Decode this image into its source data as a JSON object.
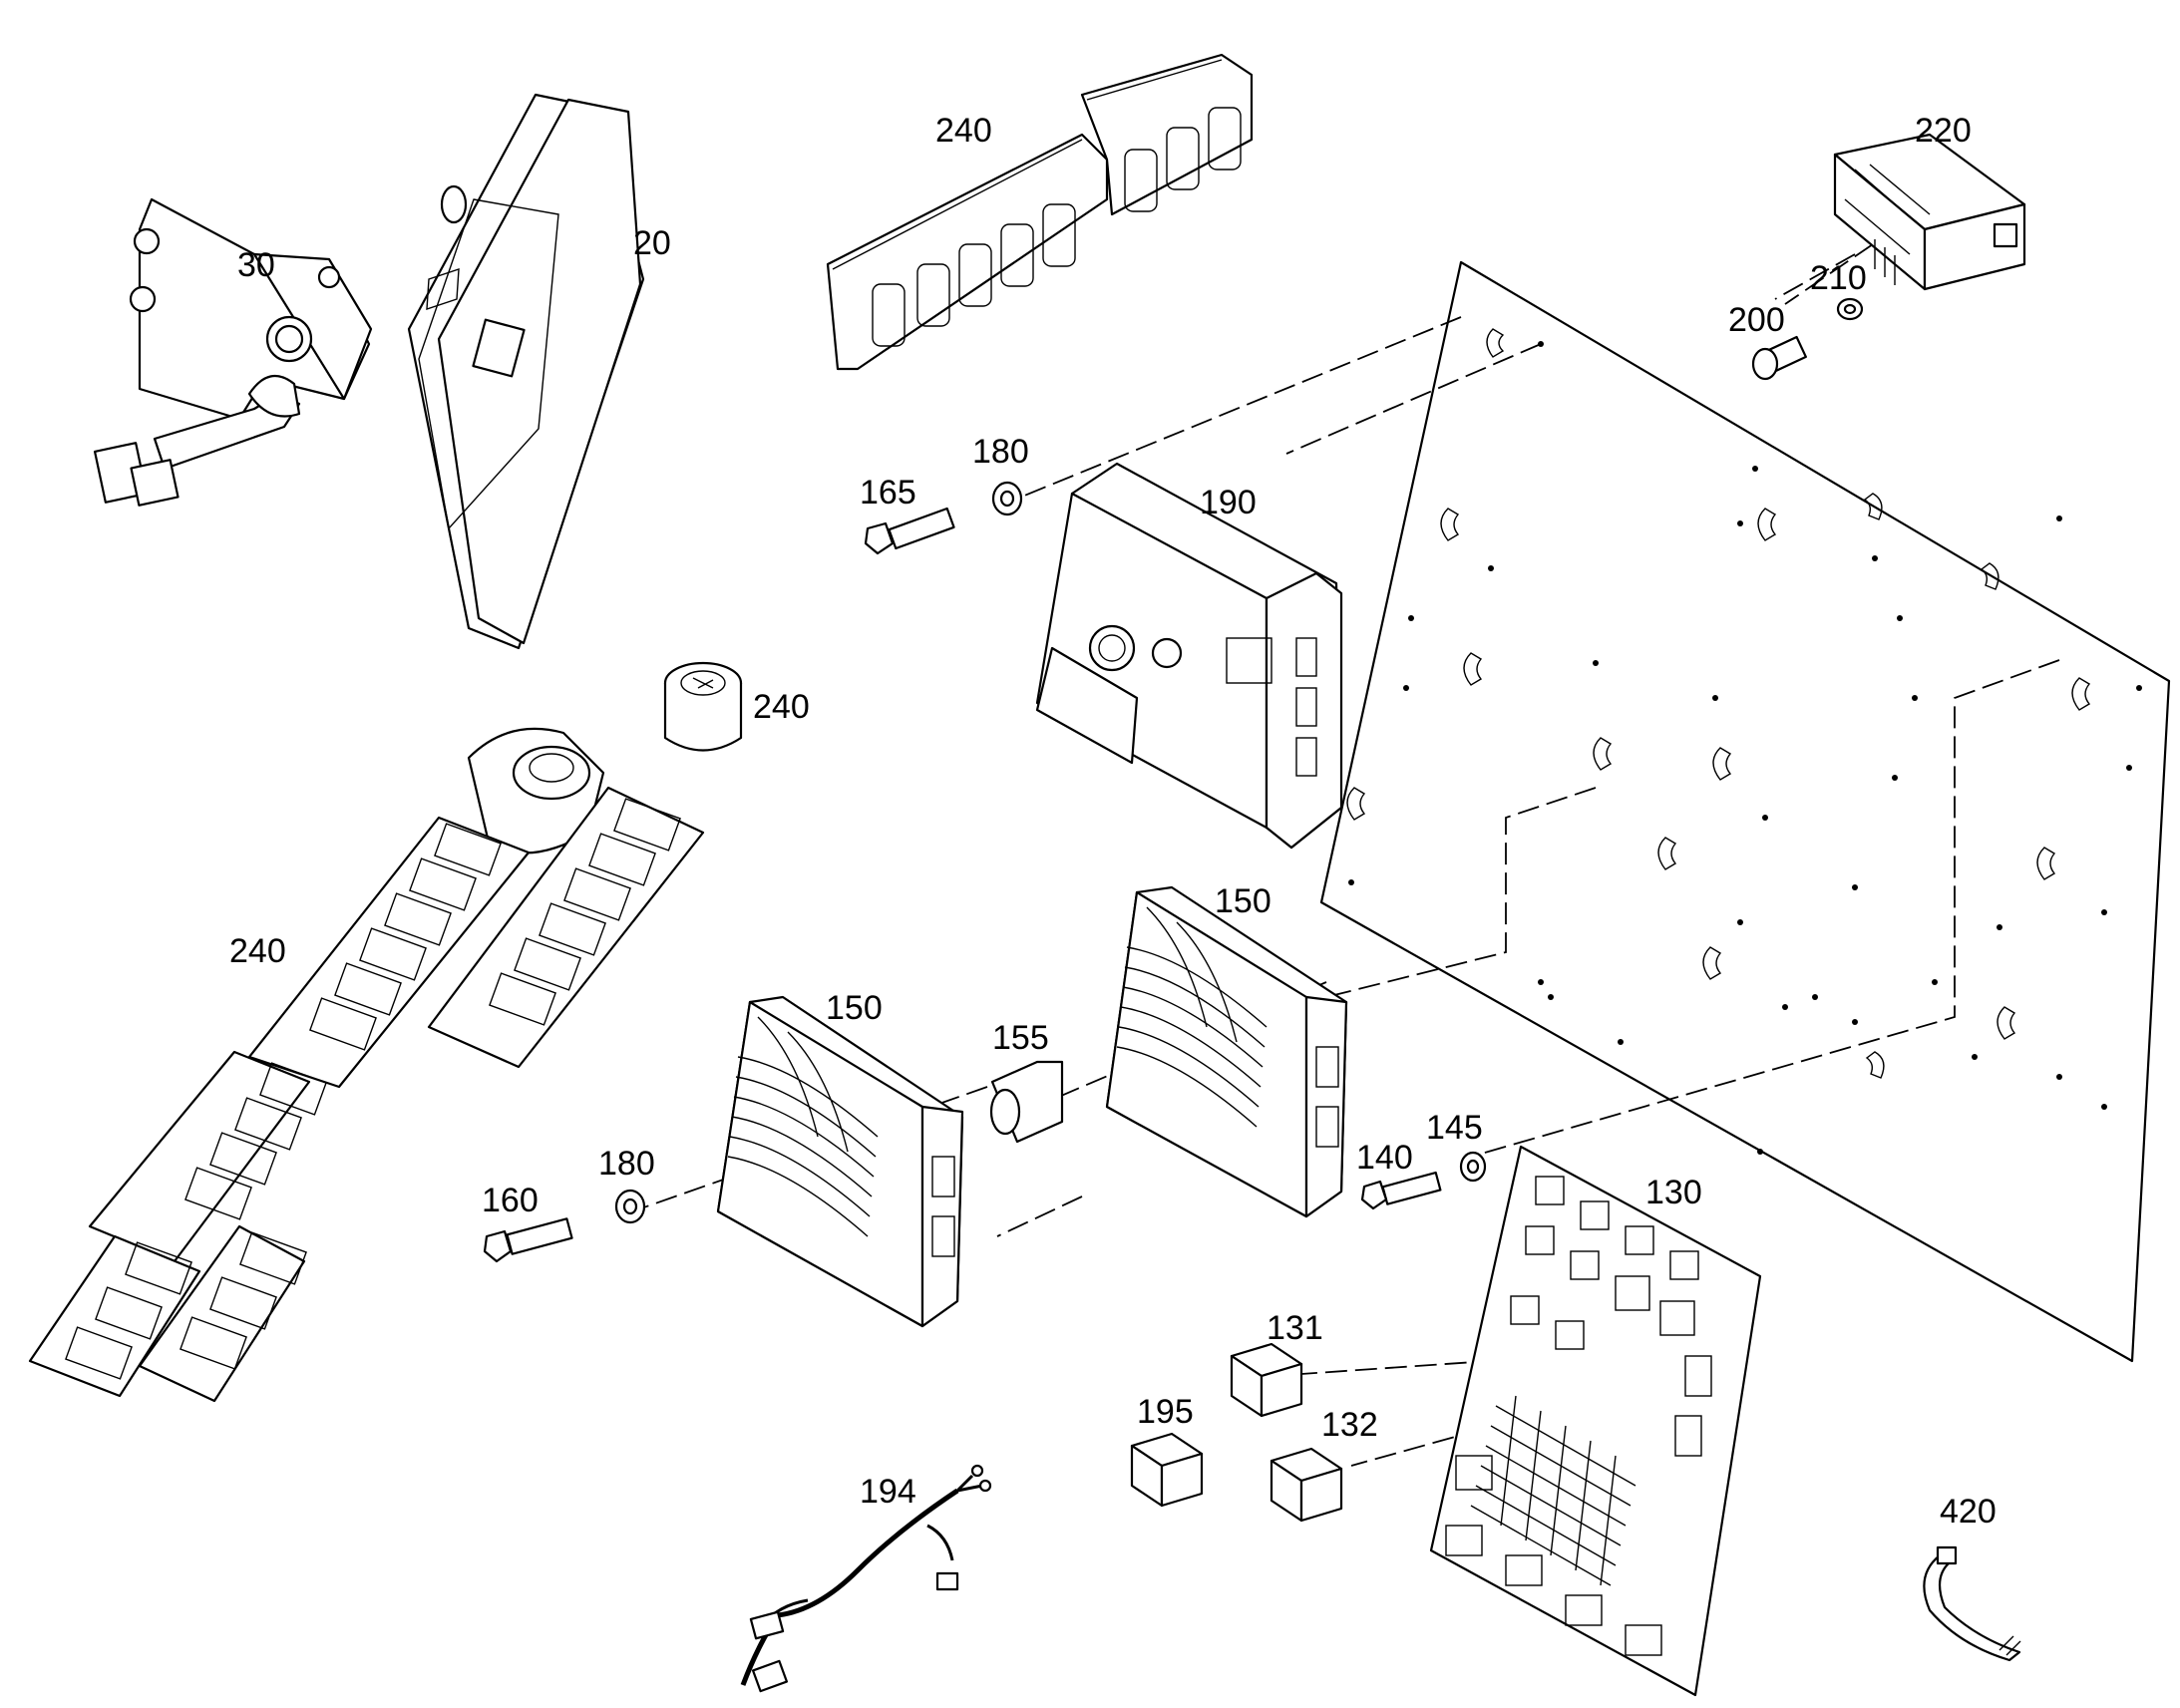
{
  "diagram": {
    "callouts": [
      {
        "id": "c240a",
        "text": "240",
        "part": "switch-panel-upper"
      },
      {
        "id": "c220",
        "text": "220",
        "part": "relay-module"
      },
      {
        "id": "c30",
        "text": "30",
        "part": "mounting-bracket"
      },
      {
        "id": "c20",
        "text": "20",
        "part": "console-cover"
      },
      {
        "id": "c210",
        "text": "210",
        "part": "washer-small"
      },
      {
        "id": "c200",
        "text": "200",
        "part": "screw-small"
      },
      {
        "id": "c180a",
        "text": "180",
        "part": "washer-upper"
      },
      {
        "id": "c165",
        "text": "165",
        "part": "bolt-upper"
      },
      {
        "id": "c190",
        "text": "190",
        "part": "control-unit"
      },
      {
        "id": "c240b",
        "text": "240",
        "part": "power-socket"
      },
      {
        "id": "c150a",
        "text": "150",
        "part": "ecu-right"
      },
      {
        "id": "c240c",
        "text": "240",
        "part": "switch-panel-lower"
      },
      {
        "id": "c150b",
        "text": "150",
        "part": "ecu-left"
      },
      {
        "id": "c155",
        "text": "155",
        "part": "spacer"
      },
      {
        "id": "c180b",
        "text": "180",
        "part": "washer-lower"
      },
      {
        "id": "c160",
        "text": "160",
        "part": "bolt-lower"
      },
      {
        "id": "c140",
        "text": "140",
        "part": "bolt-right"
      },
      {
        "id": "c145",
        "text": "145",
        "part": "washer-right"
      },
      {
        "id": "c130",
        "text": "130",
        "part": "relay-board"
      },
      {
        "id": "c131",
        "text": "131",
        "part": "relay-a"
      },
      {
        "id": "c195",
        "text": "195",
        "part": "relay-b"
      },
      {
        "id": "c132",
        "text": "132",
        "part": "relay-c"
      },
      {
        "id": "c194",
        "text": "194",
        "part": "wiring-harness"
      },
      {
        "id": "c420",
        "text": "420",
        "part": "cable-tie"
      }
    ]
  }
}
